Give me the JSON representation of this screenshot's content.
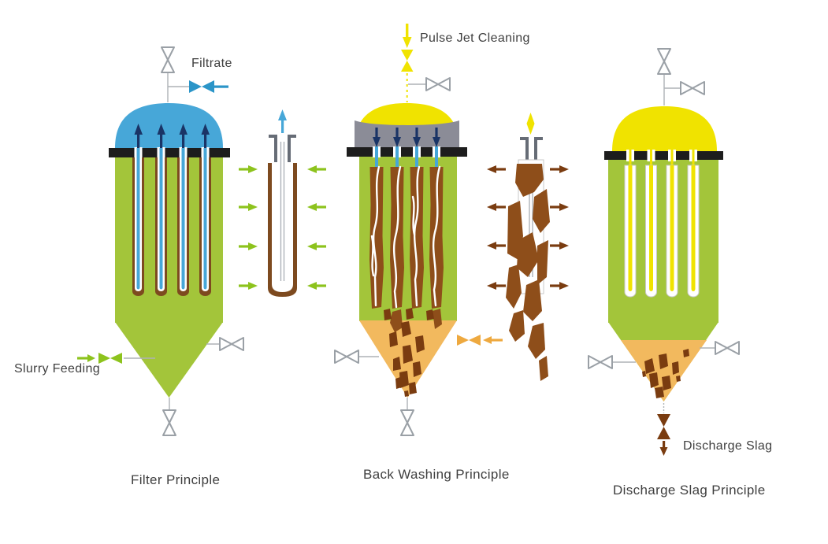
{
  "stages": {
    "filter": {
      "title": "Filter Principle",
      "filtrate_label": "Filtrate",
      "slurry_label": "Slurry Feeding"
    },
    "backwash": {
      "title": "Back Washing Principle",
      "pulse_label": "Pulse Jet Cleaning"
    },
    "discharge": {
      "title": "Discharge Slag Principle",
      "discharge_label": "Discharge Slag"
    }
  },
  "icons": {
    "valve": "bowtie-valve",
    "filtrate_flow": "blue-paired-arrows",
    "slurry_flow": "green-arrow-valve",
    "pulse_flow": "yellow-down-arrow-valve",
    "backwash_inlet": "amber-arrow-valve",
    "slag_flow": "brown-down-arrow-valve",
    "candle_in_flow": "green-inward-arrows",
    "candle_out_flow": "brown-outward-arrows"
  },
  "palette": {
    "green": "#a3c53a",
    "greenArrow": "#8dc31d",
    "blue": "#47a7d8",
    "blueFlow": "#2b95c8",
    "navy": "#1a3466",
    "tubeBrown": "#7d4a1f",
    "cake": "#8e4e1a",
    "darkBrown": "#7a3c10",
    "grayDome": "#8b8c97",
    "yellow": "#f0e300",
    "tan": "#f2b95e",
    "amber": "#eea93f",
    "valveGray": "#9aa0a6",
    "lineGray": "#aeb2b6",
    "plate": "#1d1d1d",
    "text": "#3f3f3f"
  }
}
